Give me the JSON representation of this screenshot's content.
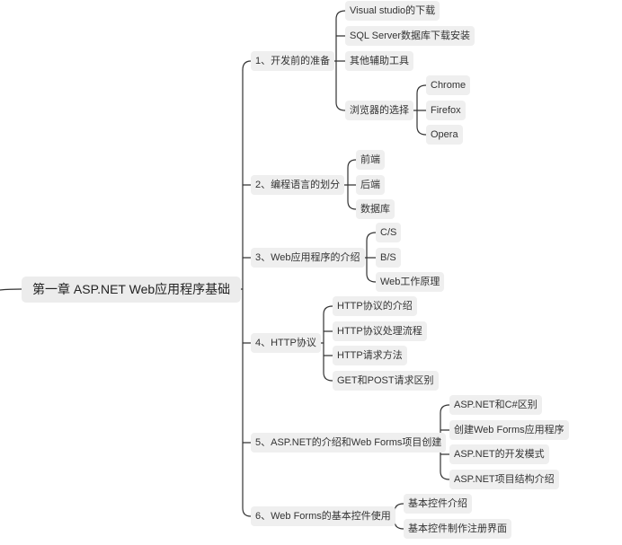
{
  "mindmap": {
    "root": "第一章 ASP.NET Web应用程序基础",
    "branches": [
      {
        "label": "1、开发前的准备",
        "children": [
          {
            "label": "Visual studio的下载"
          },
          {
            "label": "SQL Server数据库下载安装"
          },
          {
            "label": "其他辅助工具"
          },
          {
            "label": "浏览器的选择",
            "children": [
              "Chrome",
              "Firefox",
              "Opera"
            ]
          }
        ]
      },
      {
        "label": "2、编程语言的划分",
        "children": [
          {
            "label": "前端"
          },
          {
            "label": "后端"
          },
          {
            "label": "数据库"
          }
        ]
      },
      {
        "label": "3、Web应用程序的介绍",
        "children": [
          {
            "label": "C/S"
          },
          {
            "label": "B/S"
          },
          {
            "label": "Web工作原理"
          }
        ]
      },
      {
        "label": "4、HTTP协议",
        "children": [
          {
            "label": "HTTP协议的介绍"
          },
          {
            "label": "HTTP协议处理流程"
          },
          {
            "label": "HTTP请求方法"
          },
          {
            "label": "GET和POST请求区别"
          }
        ]
      },
      {
        "label": "5、ASP.NET的介绍和Web Forms项目创建",
        "children": [
          {
            "label": "ASP.NET和C#区别"
          },
          {
            "label": "创建Web Forms应用程序"
          },
          {
            "label": "ASP.NET的开发模式"
          },
          {
            "label": "ASP.NET项目结构介绍"
          }
        ]
      },
      {
        "label": "6、Web Forms的基本控件使用",
        "children": [
          {
            "label": "基本控件介绍"
          },
          {
            "label": "基本控件制作注册界面"
          }
        ]
      }
    ]
  }
}
